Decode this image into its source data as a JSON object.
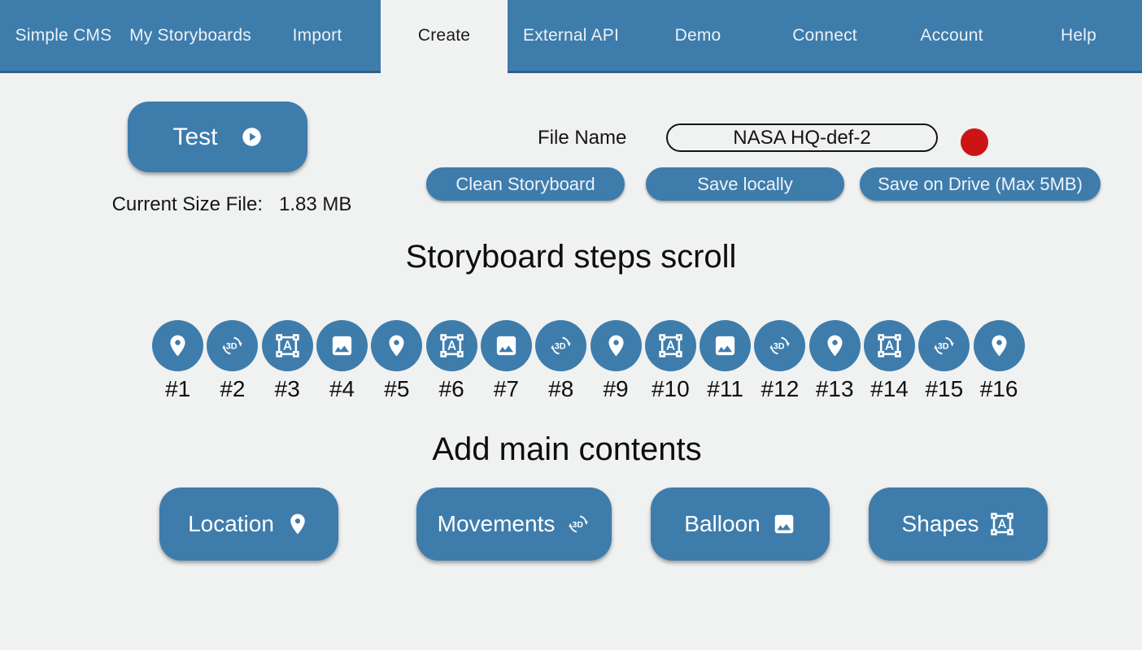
{
  "colors": {
    "accent": "#3e7cac",
    "page_bg": "#f0f1f1",
    "nav_active_bg": "#f1f2f2",
    "record_red": "#cd1414"
  },
  "nav": {
    "items": [
      {
        "label": "Simple CMS",
        "active": false
      },
      {
        "label": "My Storyboards",
        "active": false
      },
      {
        "label": "Import",
        "active": false
      },
      {
        "label": "Create",
        "active": true
      },
      {
        "label": "External API",
        "active": false
      },
      {
        "label": "Demo",
        "active": false
      },
      {
        "label": "Connect",
        "active": false
      },
      {
        "label": "Account",
        "active": false
      },
      {
        "label": "Help",
        "active": false
      }
    ]
  },
  "toolbar": {
    "test_label": "Test",
    "current_size_label": "Current Size File:",
    "current_size_value": "1.83 MB",
    "file_name_label": "File Name",
    "file_name_value": "NASA HQ-def-2",
    "clean_label": "Clean Storyboard",
    "save_local_label": "Save locally",
    "save_drive_label": "Save on Drive (Max 5MB)"
  },
  "steps": {
    "heading": "Storyboard steps scroll",
    "items": [
      {
        "num": "#1",
        "icon": "location"
      },
      {
        "num": "#2",
        "icon": "rotate3d"
      },
      {
        "num": "#3",
        "icon": "shapes"
      },
      {
        "num": "#4",
        "icon": "image"
      },
      {
        "num": "#5",
        "icon": "location"
      },
      {
        "num": "#6",
        "icon": "shapes"
      },
      {
        "num": "#7",
        "icon": "image"
      },
      {
        "num": "#8",
        "icon": "rotate3d"
      },
      {
        "num": "#9",
        "icon": "location"
      },
      {
        "num": "#10",
        "icon": "shapes"
      },
      {
        "num": "#11",
        "icon": "image"
      },
      {
        "num": "#12",
        "icon": "rotate3d"
      },
      {
        "num": "#13",
        "icon": "location"
      },
      {
        "num": "#14",
        "icon": "shapes"
      },
      {
        "num": "#15",
        "icon": "rotate3d"
      },
      {
        "num": "#16",
        "icon": "location"
      }
    ]
  },
  "contents": {
    "heading": "Add main contents",
    "buttons": [
      {
        "label": "Location",
        "icon": "location"
      },
      {
        "label": "Movements",
        "icon": "rotate3d"
      },
      {
        "label": "Balloon",
        "icon": "image"
      },
      {
        "label": "Shapes",
        "icon": "shapes"
      }
    ]
  }
}
